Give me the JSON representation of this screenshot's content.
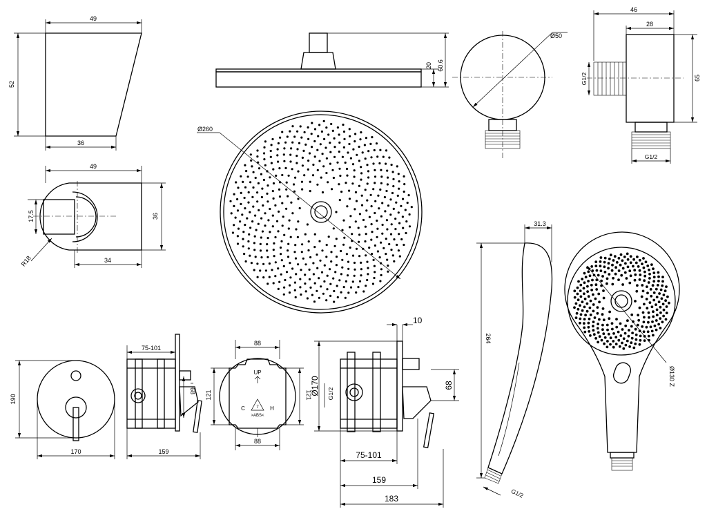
{
  "dimensions": {
    "holder_front_width": "49",
    "holder_front_height": "52",
    "holder_front_base": "36",
    "holder_top_width": "49",
    "holder_top_depth": "36",
    "holder_top_offset": "17.5",
    "holder_top_radius": "R18",
    "holder_top_bottom": "34",
    "head_height_plate": "20",
    "head_height_total": "60.6",
    "head_diameter": "Ø260",
    "outlet_diameter": "Ø50",
    "outlet_width_total": "46",
    "outlet_width_body": "28",
    "outlet_thread_side": "G1/2",
    "outlet_height": "65",
    "outlet_thread_bottom": "G1/2",
    "handshower_width": "31.3",
    "handshower_length": "264",
    "handshower_thread": "G1/2",
    "handshower_diameter": "Ø130 Z",
    "plate_height": "190",
    "plate_width": "170",
    "body_side_depth": "75-101",
    "body_side_height": "68",
    "body_side_total": "159",
    "box_top_width": "88",
    "box_left_height": "121",
    "box_right_height": "121",
    "box_bottom_width": "88",
    "section_plate_thickness": "10",
    "section_plate_diameter": "Ø170",
    "section_thread": "G1/2",
    "section_height": "68",
    "section_depth": "75-101",
    "section_length": "159",
    "section_total": "183"
  },
  "box_labels": {
    "up": "UP",
    "cold": "C",
    "hot": "H",
    "material": ">ABS<",
    "recycle": "7"
  }
}
